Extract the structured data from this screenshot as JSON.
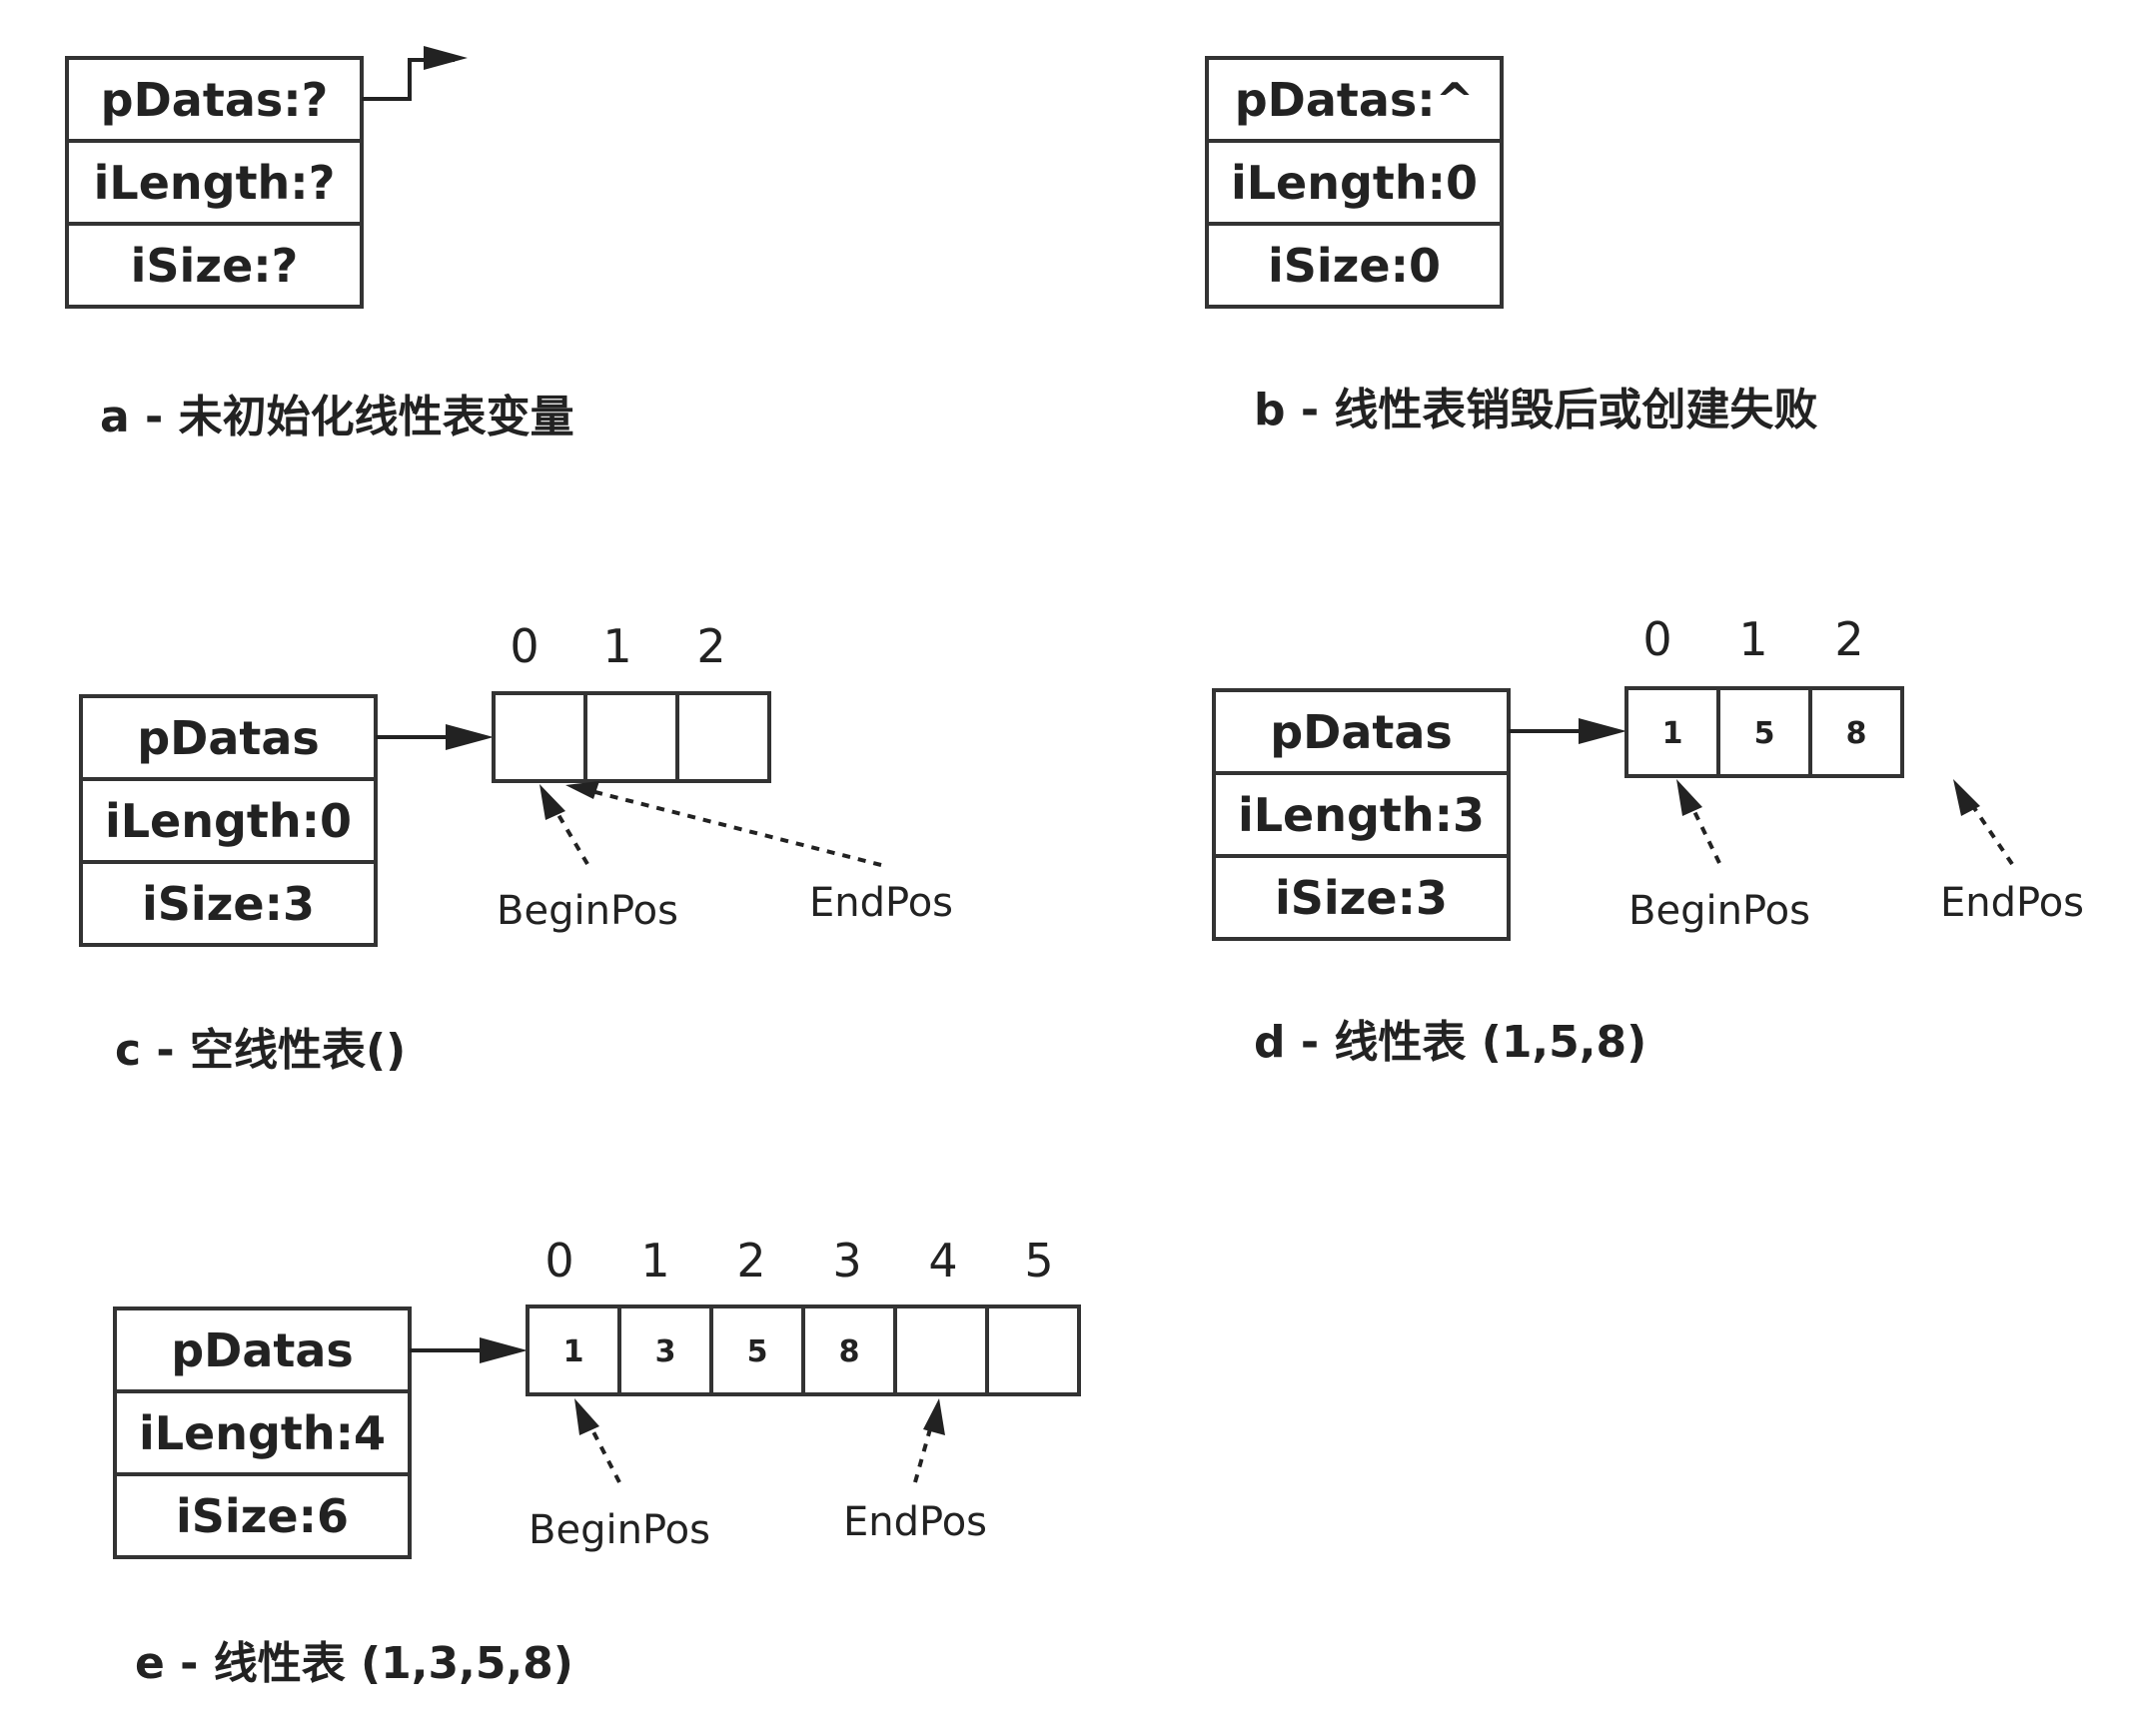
{
  "diagrams": [
    {
      "id": "a",
      "fields": [
        "pDatas:?",
        "iLength:?",
        "iSize:?"
      ],
      "pointer": "dangling",
      "caption": "a - 未初始化线性表变量"
    },
    {
      "id": "b",
      "fields": [
        "pDatas:^",
        "iLength:0",
        "iSize:0"
      ],
      "pointer": "none",
      "caption": "b - 线性表销毁后或创建失败"
    },
    {
      "id": "c",
      "fields": [
        "pDatas",
        "iLength:0",
        "iSize:3"
      ],
      "pointer": "array",
      "indices": [
        "0",
        "1",
        "2"
      ],
      "cells": [
        "",
        "",
        ""
      ],
      "begin_label": "BeginPos",
      "end_label": "EndPos",
      "begin_index": 0,
      "end_index": 0,
      "caption": "c - 空线性表()"
    },
    {
      "id": "d",
      "fields": [
        "pDatas",
        "iLength:3",
        "iSize:3"
      ],
      "pointer": "array",
      "indices": [
        "0",
        "1",
        "2"
      ],
      "cells": [
        "1",
        "5",
        "8"
      ],
      "begin_label": "BeginPos",
      "end_label": "EndPos",
      "begin_index": 0,
      "end_index": 3,
      "caption": "d - 线性表 (1,5,8)"
    },
    {
      "id": "e",
      "fields": [
        "pDatas",
        "iLength:4",
        "iSize:6"
      ],
      "pointer": "array",
      "indices": [
        "0",
        "1",
        "2",
        "3",
        "4",
        "5"
      ],
      "cells": [
        "1",
        "3",
        "5",
        "8",
        "",
        ""
      ],
      "begin_label": "BeginPos",
      "end_label": "EndPos",
      "begin_index": 0,
      "end_index": 4,
      "caption": "e - 线性表 (1,3,5,8)"
    }
  ]
}
